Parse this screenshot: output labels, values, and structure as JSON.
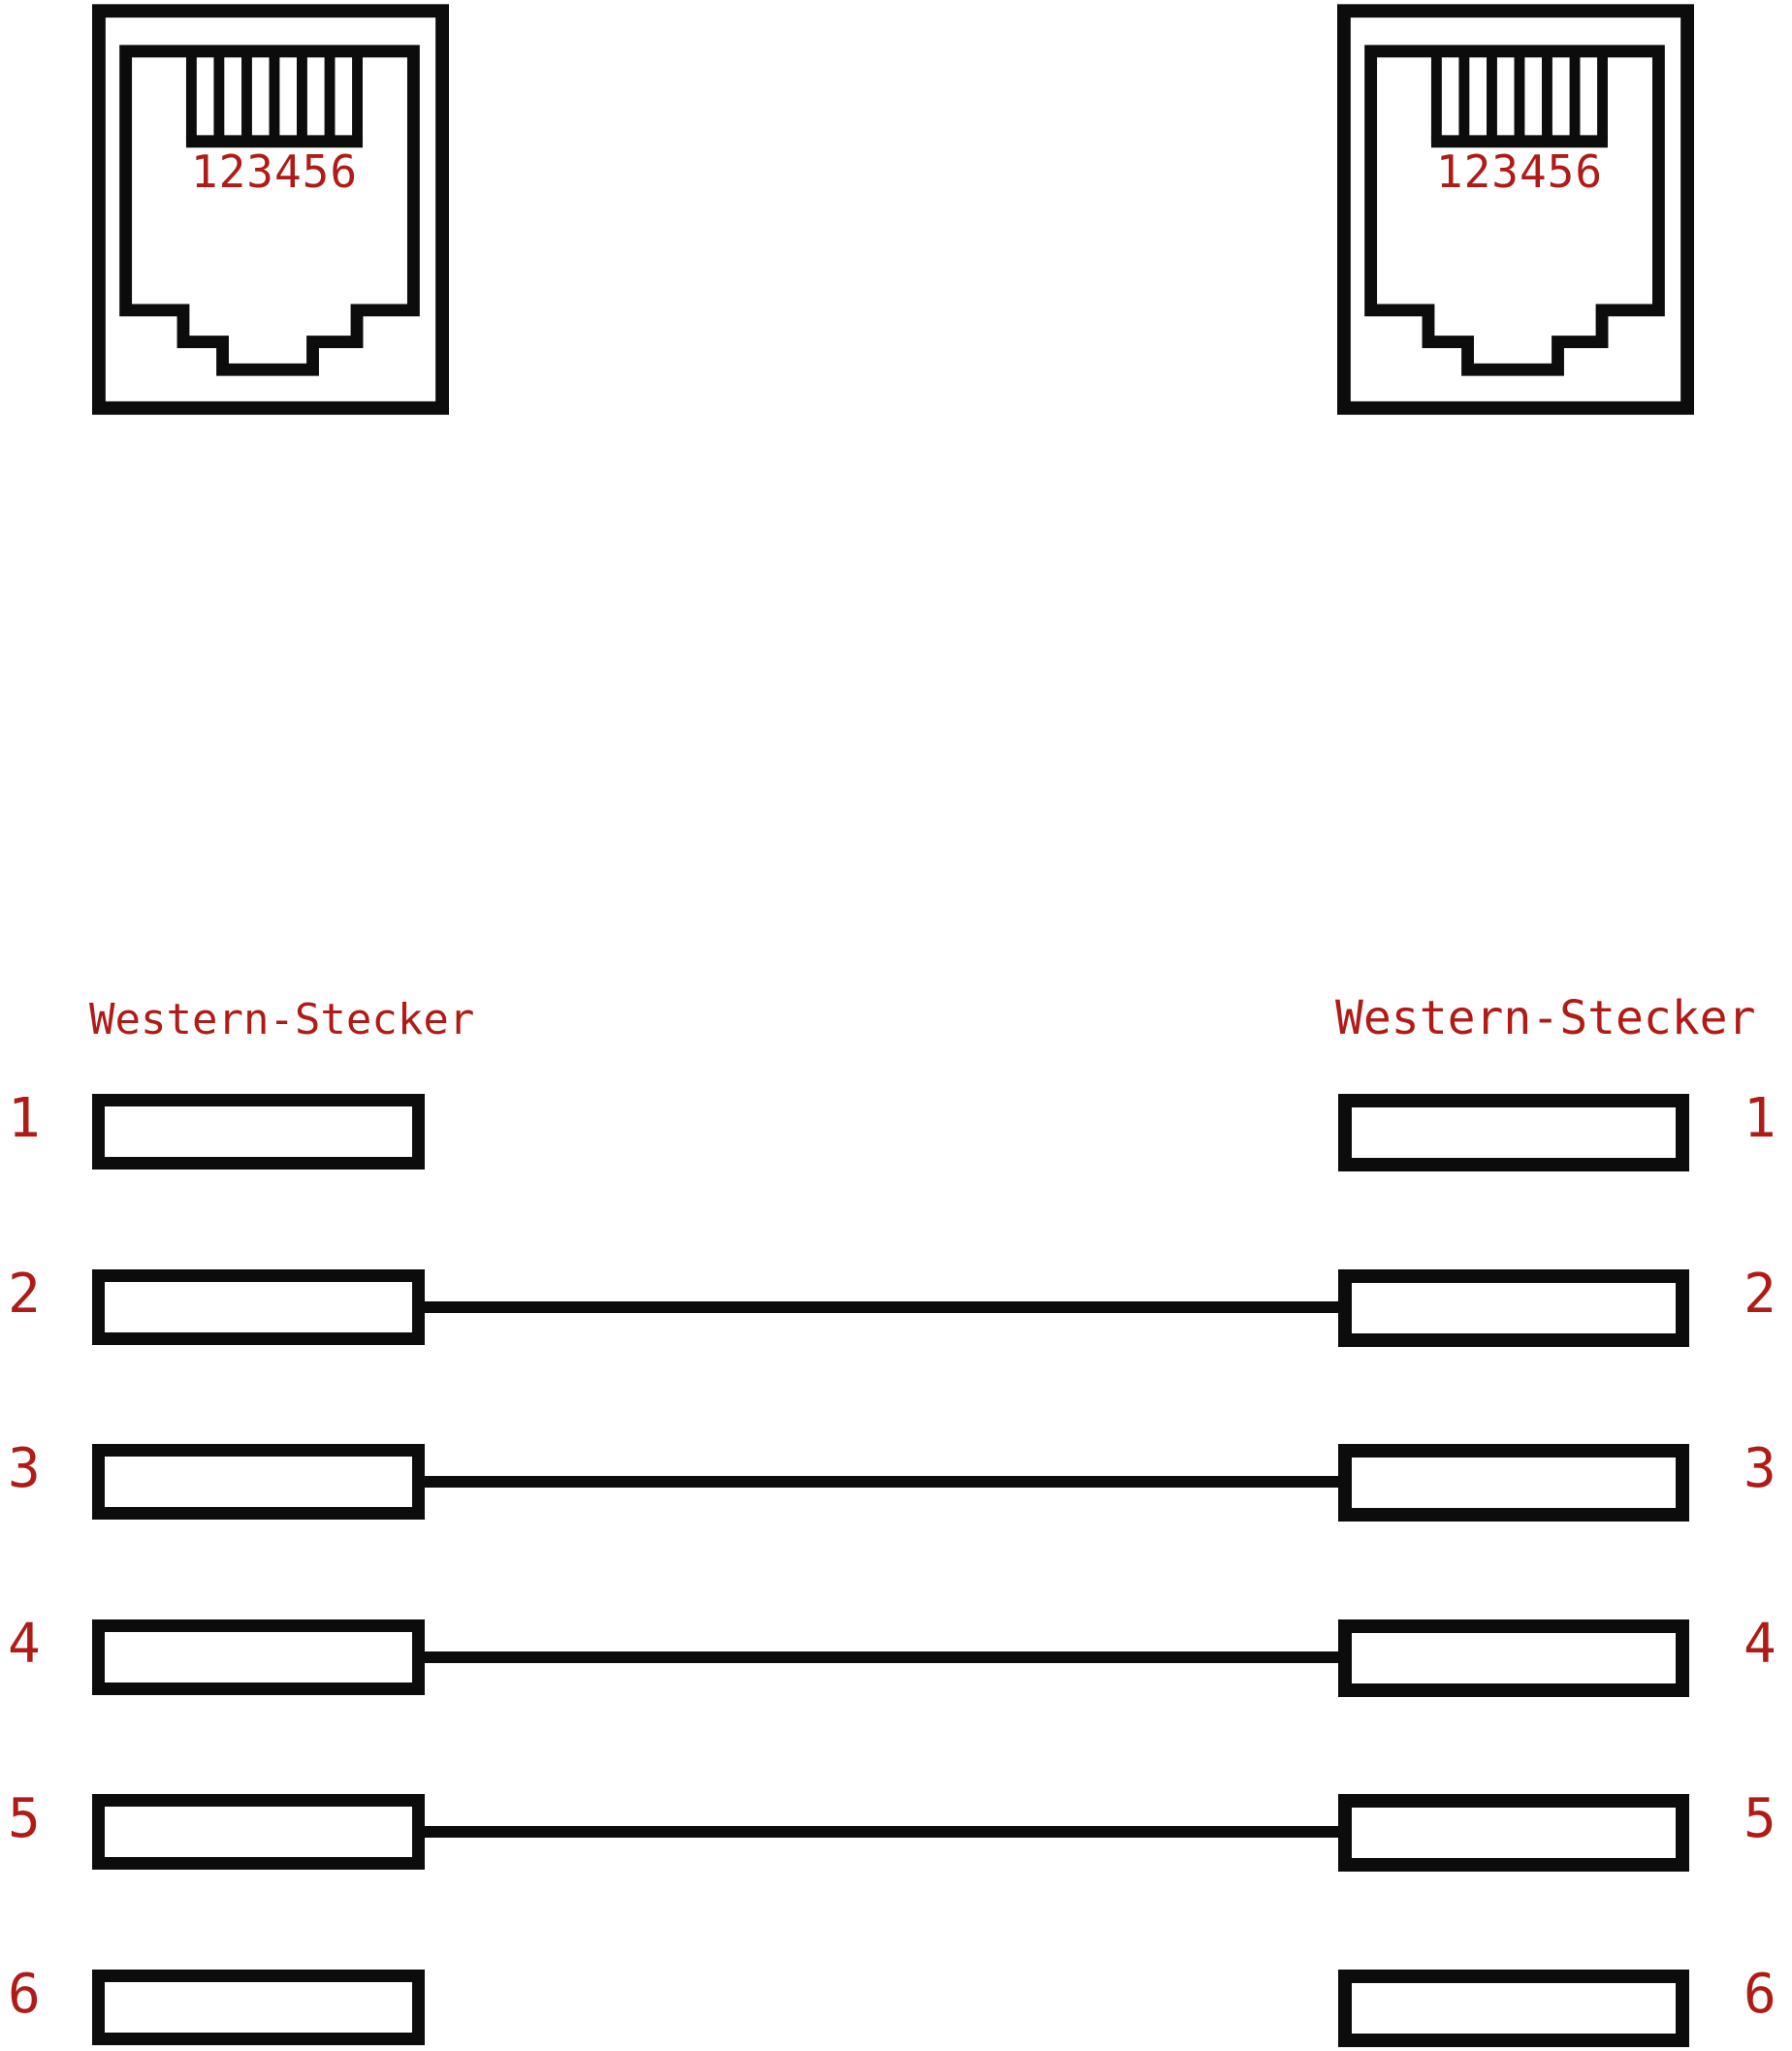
{
  "colors": {
    "red": "#b01b18",
    "black": "#0c0c0c",
    "bg": "#ffffff"
  },
  "connectors": {
    "left": {
      "pin_numbers": "123456"
    },
    "right": {
      "pin_numbers": "123456"
    }
  },
  "wiring": {
    "left_header": "Western-Stecker",
    "right_header": "Western-Stecker",
    "rows": [
      {
        "left_pin": "1",
        "right_pin": "1",
        "connected": false
      },
      {
        "left_pin": "2",
        "right_pin": "2",
        "connected": true
      },
      {
        "left_pin": "3",
        "right_pin": "3",
        "connected": true
      },
      {
        "left_pin": "4",
        "right_pin": "4",
        "connected": true
      },
      {
        "left_pin": "5",
        "right_pin": "5",
        "connected": true
      },
      {
        "left_pin": "6",
        "right_pin": "6",
        "connected": false
      }
    ]
  }
}
